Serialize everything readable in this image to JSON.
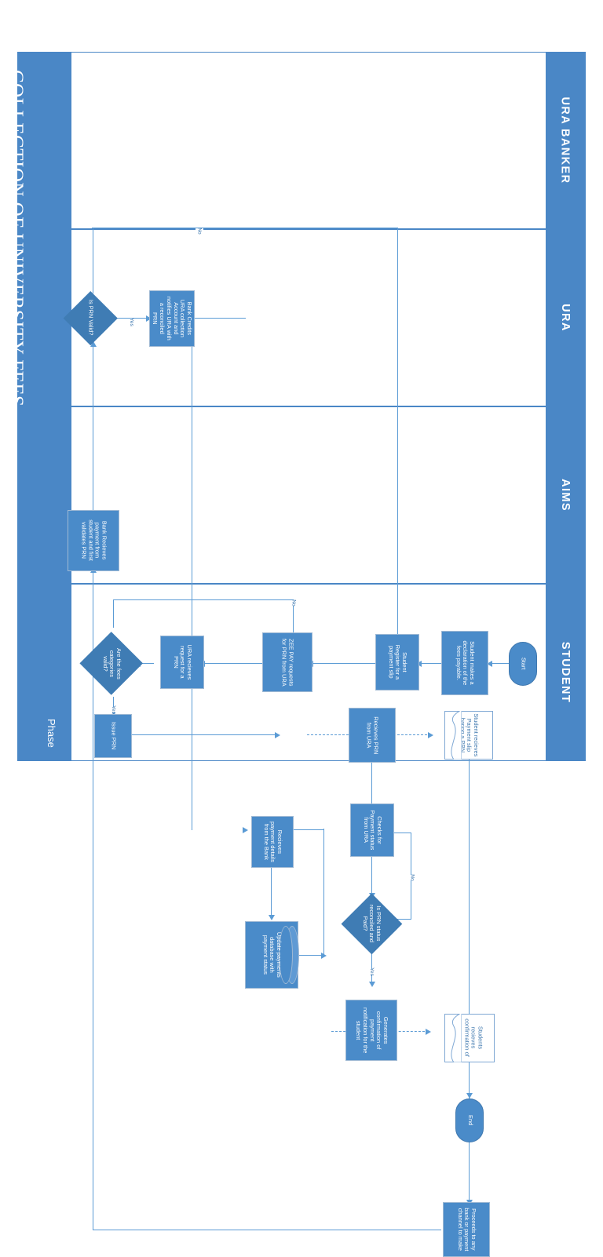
{
  "document": {
    "title": "COLLECTION OF UNIVERSITY FEES",
    "phase_label": "Phase",
    "orientation_note": "rotated-180"
  },
  "theme": {
    "band_blue": "#4a87c6",
    "node_blue": "#4a8bc9",
    "decision_blue": "#3f7cb4",
    "connector_blue": "#5b9bd5",
    "doc_text_blue": "#3f78af",
    "white": "#ffffff"
  },
  "lanes": [
    {
      "id": "student",
      "label": "STUDENT"
    },
    {
      "id": "aims",
      "label": "AIMS"
    },
    {
      "id": "ura",
      "label": "URA"
    },
    {
      "id": "ura_banker",
      "label": "URA BANKER"
    }
  ],
  "nodes": {
    "start": {
      "label": "Start",
      "shape": "terminator",
      "lane": "student"
    },
    "declaration": {
      "label": "Student makes a declaration of the fees payable.",
      "shape": "process",
      "lane": "student"
    },
    "register_slip": {
      "label": "Student Register for a payment slip",
      "shape": "process",
      "lane": "student"
    },
    "zeepay_request": {
      "label": "ZEE PAY requests for PRN from URA",
      "shape": "process",
      "lane": "aims"
    },
    "ura_receives_req": {
      "label": "URA recieves request for a PRN",
      "shape": "process",
      "lane": "ura"
    },
    "fees_valid": {
      "label": "Are the fees categories valid?",
      "shape": "decision",
      "lane": "ura"
    },
    "issue_prn": {
      "label": "Issue PRN",
      "shape": "process",
      "lane": "ura"
    },
    "aims_recv_prn": {
      "label": "Recieves PRN from URA",
      "shape": "process",
      "lane": "aims"
    },
    "student_slip_doc": {
      "label": "Student recieves Payment slip baring a PRN",
      "shape": "document",
      "lane": "student"
    },
    "proceeds_bank": {
      "label": "Proceeds to any bank or payment channel to make",
      "shape": "process",
      "lane": "student"
    },
    "bank_receives": {
      "label": "Bank Recieves payment from student and first validates PRN",
      "shape": "process",
      "lane": "ura_banker"
    },
    "prn_valid": {
      "label": "Is PRN Valid?",
      "shape": "decision",
      "lane": "ura_banker"
    },
    "bank_credits": {
      "label": "Bank Credits URA collection Account and notifies URA with a reconciled PRN",
      "shape": "process",
      "lane": "ura_banker"
    },
    "ura_recv_details": {
      "label": "Recieves payment details from the Bank",
      "shape": "process",
      "lane": "ura"
    },
    "update_db": {
      "label": "Update payments database with payment status",
      "shape": "database",
      "lane": "ura"
    },
    "check_status": {
      "label": "Checks for Payment status from URA",
      "shape": "process",
      "lane": "aims"
    },
    "prn_reconciled": {
      "label": "Is PRN status reconciled and Paid?",
      "shape": "decision",
      "lane": "aims"
    },
    "generate_conf": {
      "label": "Generates confirmation of payment notification for the student",
      "shape": "process",
      "lane": "aims"
    },
    "student_conf_doc": {
      "label": "Students recieves confirmation of payment",
      "shape": "document",
      "lane": "student"
    },
    "end": {
      "label": "End",
      "shape": "terminator",
      "lane": "student"
    }
  },
  "edge_labels": {
    "fees_valid_yes": "Yes",
    "fees_valid_no": "No",
    "prn_to_student_yes": "Yes",
    "prn_valid_yes": "Yes",
    "prn_valid_no": "No",
    "reconciled_yes": "Yes",
    "reconciled_no": "No"
  }
}
